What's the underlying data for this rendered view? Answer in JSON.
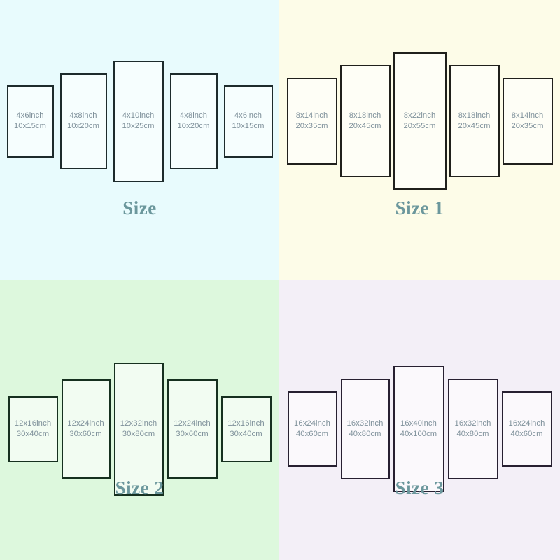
{
  "meta": {
    "title": "Canvas Wall Art Size Chart",
    "label_color": "#7f919b",
    "title_color": "#6b979c",
    "panel_fill": "#ffffff"
  },
  "quadrants": [
    {
      "id": "size",
      "name": "quadrant-size",
      "title": "Size",
      "background": "#e8fbfd",
      "border_color": "#1d2b2c",
      "panels": [
        {
          "inch": "4x6inch",
          "cm": "10x15cm",
          "w": 67,
          "h": 103
        },
        {
          "inch": "4x8inch",
          "cm": "10x20cm",
          "w": 67,
          "h": 137
        },
        {
          "inch": "4x10inch",
          "cm": "10x25cm",
          "w": 72,
          "h": 173
        },
        {
          "inch": "4x8inch",
          "cm": "10x20cm",
          "w": 68,
          "h": 137
        },
        {
          "inch": "4x6inch",
          "cm": "10x15cm",
          "w": 70,
          "h": 103
        }
      ]
    },
    {
      "id": "size1",
      "name": "quadrant-size-1",
      "title": "Size 1",
      "background": "#fdfce8",
      "border_color": "#20201c",
      "panels": [
        {
          "inch": "8x14inch",
          "cm": "20x35cm",
          "w": 72,
          "h": 124
        },
        {
          "inch": "8x18inch",
          "cm": "20x45cm",
          "w": 72,
          "h": 160
        },
        {
          "inch": "8x22inch",
          "cm": "20x55cm",
          "w": 76,
          "h": 196
        },
        {
          "inch": "8x18inch",
          "cm": "20x45cm",
          "w": 72,
          "h": 160
        },
        {
          "inch": "8x14inch",
          "cm": "20x35cm",
          "w": 72,
          "h": 124
        }
      ]
    },
    {
      "id": "size2",
      "name": "quadrant-size-2",
      "title": "Size 2",
      "background": "#ddf8dd",
      "border_color": "#16301f",
      "panels": [
        {
          "inch": "12x16inch",
          "cm": "30x40cm",
          "w": 71,
          "h": 94
        },
        {
          "inch": "12x24inch",
          "cm": "30x60cm",
          "w": 70,
          "h": 142
        },
        {
          "inch": "12x32inch",
          "cm": "30x80cm",
          "w": 71,
          "h": 190
        },
        {
          "inch": "12x24inch",
          "cm": "30x60cm",
          "w": 72,
          "h": 142
        },
        {
          "inch": "12x16inch",
          "cm": "30x40cm",
          "w": 72,
          "h": 94
        }
      ]
    },
    {
      "id": "size3",
      "name": "quadrant-size-3",
      "title": "Size 3",
      "background": "#f3eff7",
      "border_color": "#272031",
      "panels": [
        {
          "inch": "16x24inch",
          "cm": "40x60cm",
          "w": 71,
          "h": 108
        },
        {
          "inch": "16x32inch",
          "cm": "40x80cm",
          "w": 70,
          "h": 144
        },
        {
          "inch": "16x40inch",
          "cm": "40x100cm",
          "w": 73,
          "h": 180
        },
        {
          "inch": "16x32inch",
          "cm": "40x80cm",
          "w": 72,
          "h": 144
        },
        {
          "inch": "16x24inch",
          "cm": "40x60cm",
          "w": 72,
          "h": 108
        }
      ]
    }
  ]
}
